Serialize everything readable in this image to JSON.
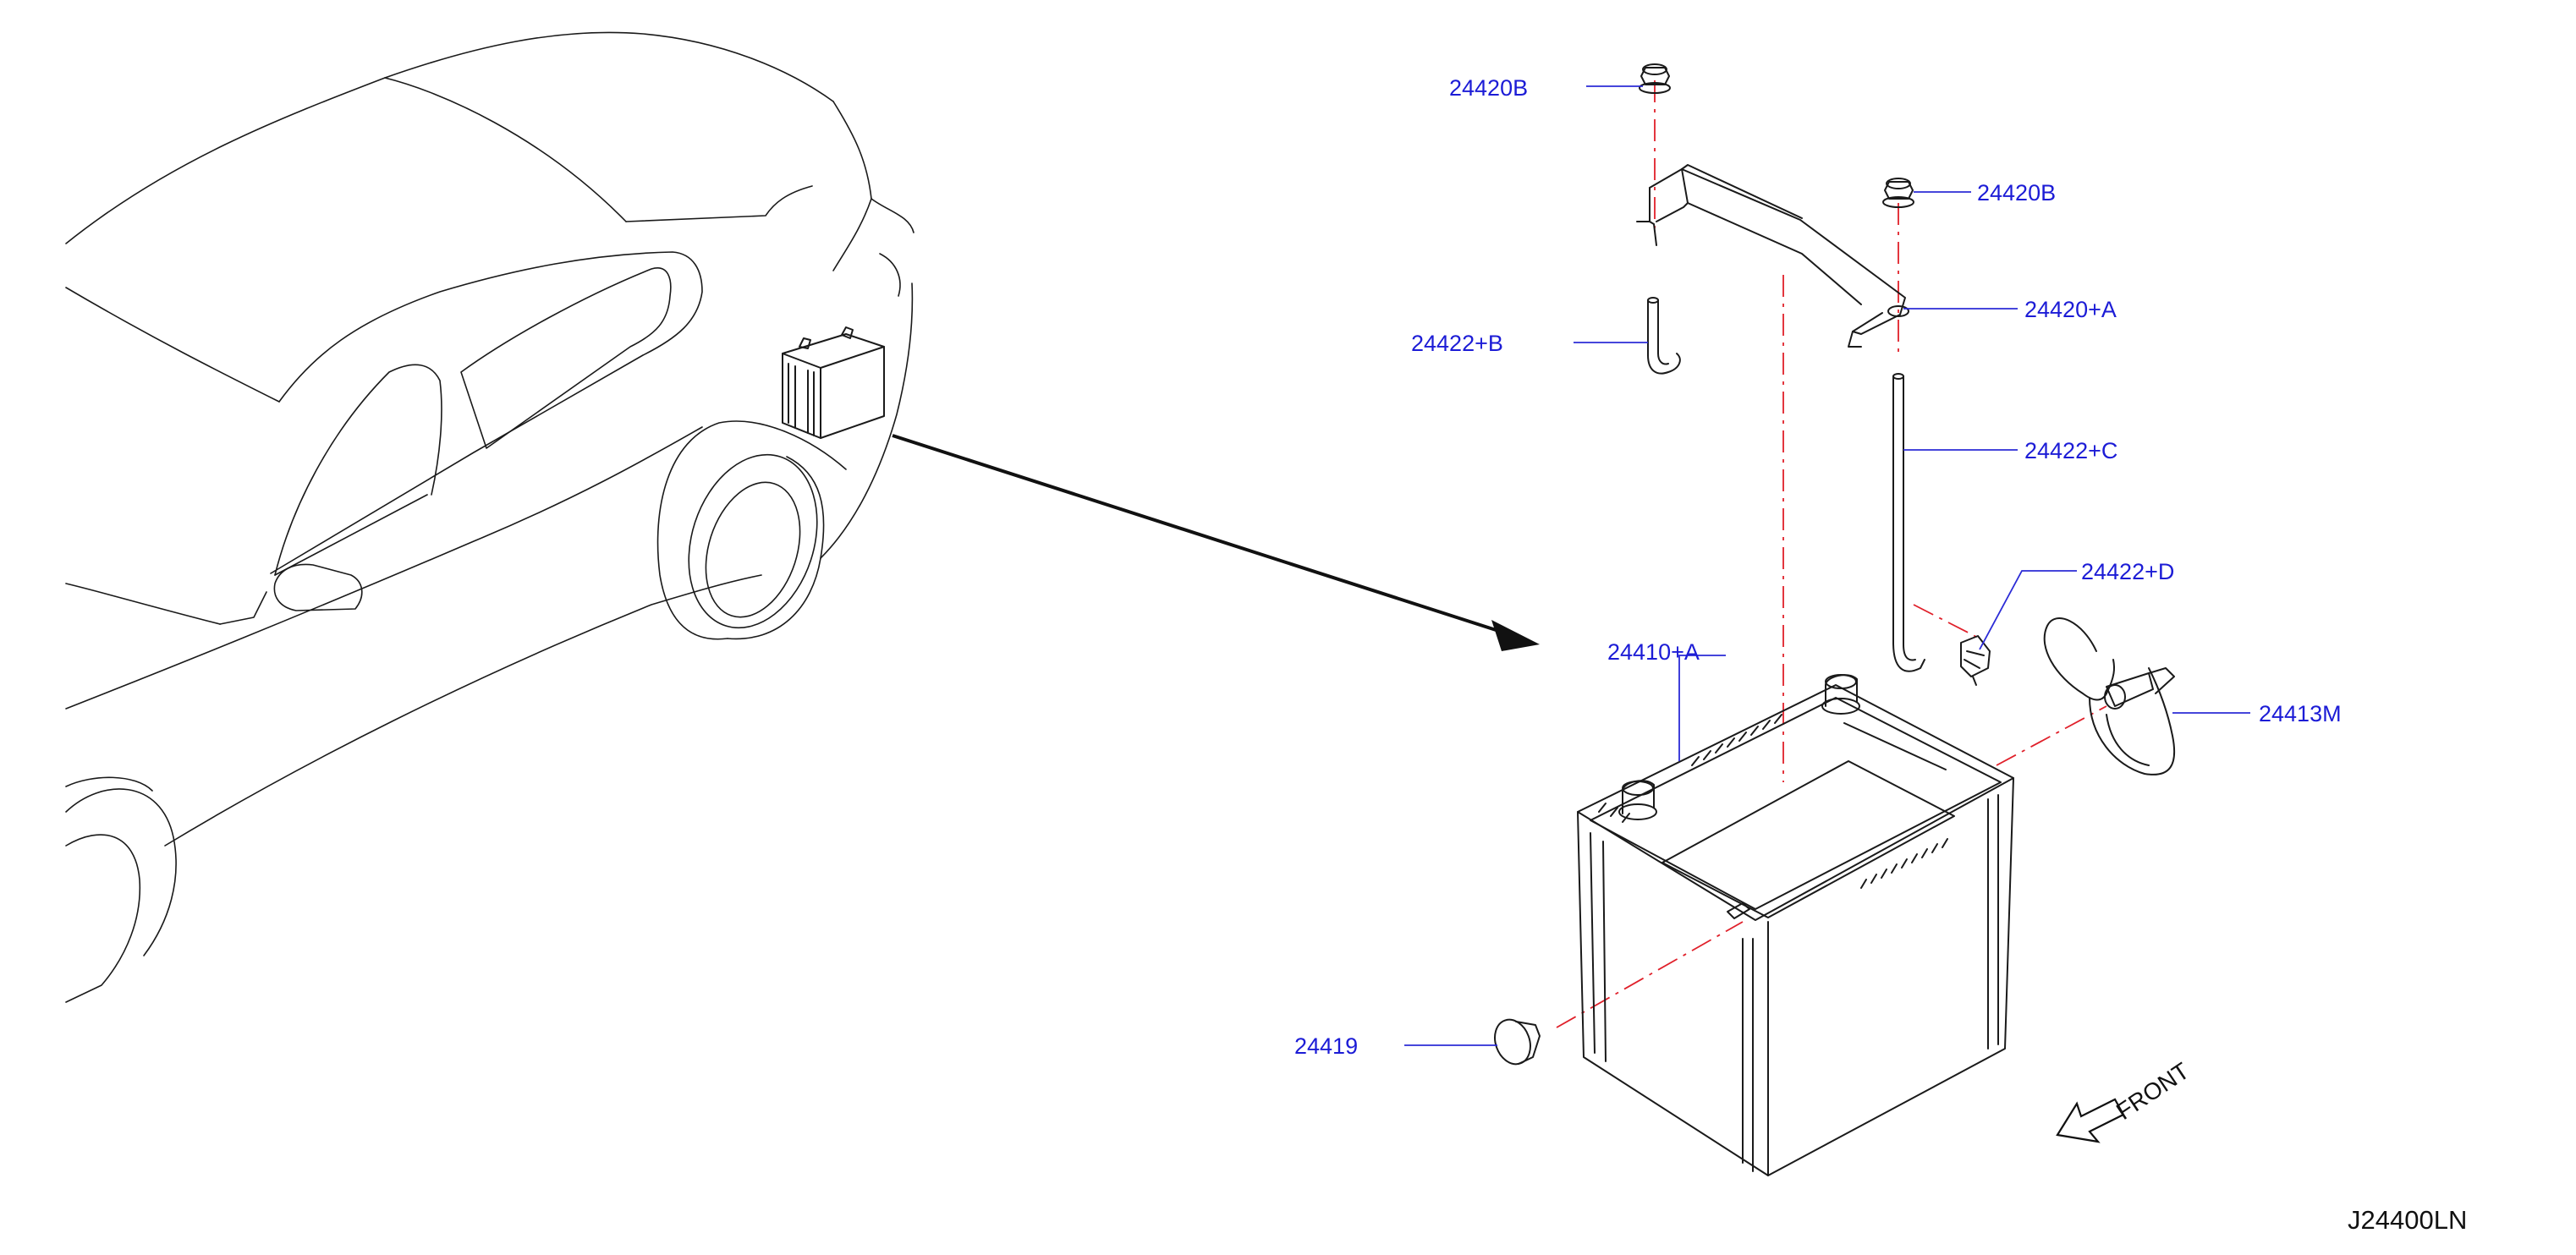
{
  "diagram": {
    "reference_code": "J24400LN",
    "front_label": "FRONT",
    "parts": [
      {
        "id": "24420b-top",
        "label": "24420B"
      },
      {
        "id": "24420b-right",
        "label": "24420B"
      },
      {
        "id": "24420a",
        "label": "24420+A"
      },
      {
        "id": "24422b",
        "label": "24422+B"
      },
      {
        "id": "24422c",
        "label": "24422+C"
      },
      {
        "id": "24422d",
        "label": "24422+D"
      },
      {
        "id": "24410a",
        "label": "24410+A"
      },
      {
        "id": "24413m",
        "label": "24413M"
      },
      {
        "id": "24419",
        "label": "24419"
      }
    ]
  },
  "colors": {
    "part_label": "#1c1cd6",
    "leader_line": "#2b2bd6",
    "center_line": "#e0202a",
    "outline": "#1a1a1a"
  }
}
